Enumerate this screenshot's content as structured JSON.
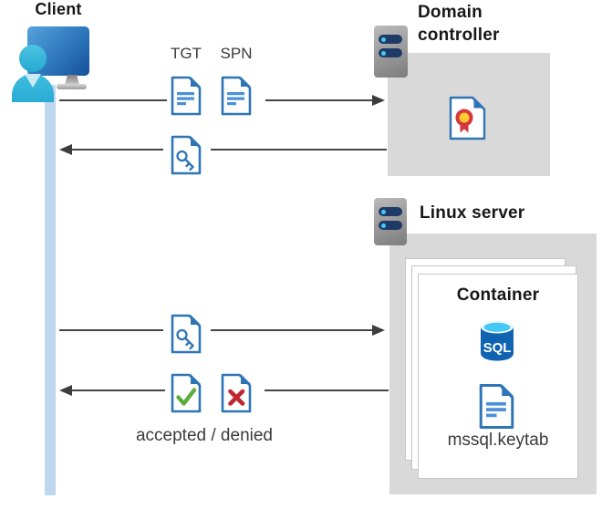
{
  "diagram": {
    "client": {
      "label": "Client"
    },
    "domain_controller": {
      "label": "Domain controller"
    },
    "linux_server": {
      "label": "Linux server"
    },
    "container": {
      "label": "Container",
      "sql_label": "SQL",
      "keytab_label": "mssql.keytab"
    },
    "flows": {
      "tgt_label": "TGT",
      "spn_label": "SPN",
      "result_label": "accepted / denied"
    },
    "colors": {
      "document_blue": "#2e75b6",
      "document_line_blue": "#4a90d9",
      "box_gray": "#d9d9d9",
      "lifeline_blue": "#bdd7ee",
      "arrow_gray": "#454545",
      "client_cyan": "#35b8dc",
      "monitor_blue": "#2d77bd",
      "server_slot_navy": "#1e3a66",
      "server_dot_cyan": "#45c8f5",
      "check_green": "#5cad3c",
      "cross_red": "#be2630",
      "certificate_red": "#d6373e",
      "certificate_yellow": "#ffcb2e",
      "sql_blue": "#1063b1"
    }
  }
}
